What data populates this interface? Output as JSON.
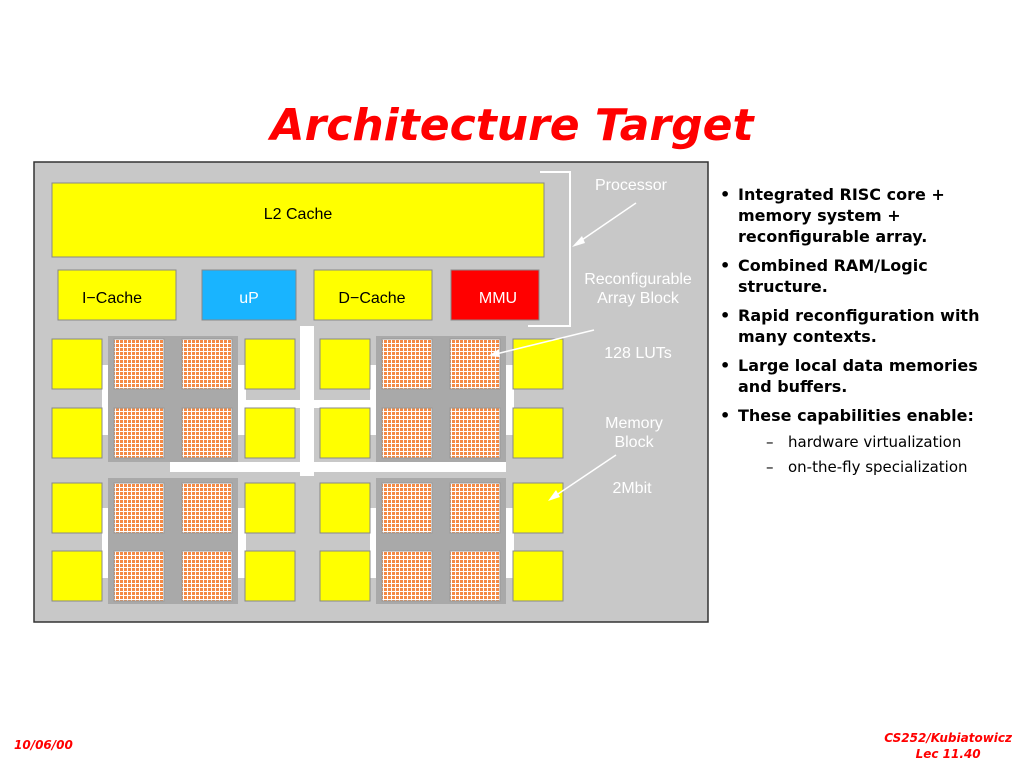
{
  "title": "Architecture Target",
  "diagram": {
    "l2_cache": "L2 Cache",
    "icache": "I−Cache",
    "up": "uP",
    "dcache": "D−Cache",
    "mmu": "MMU",
    "processor_label": "Processor",
    "reconfig_label_1": "Reconfigurable",
    "reconfig_label_2": "Array Block",
    "luts_label": "128 LUTs",
    "memory_label_1": "Memory",
    "memory_label_2": "Block",
    "mbit_label": "2Mbit",
    "colors": {
      "chip_bg": "#c8c8c8",
      "cache_yellow": "#ffff00",
      "up_blue": "#19b4ff",
      "mmu_red": "#ff0000",
      "lut_orange": "#f48a45",
      "annotation_text": "#ffffff"
    }
  },
  "bullets": [
    "Integrated RISC core + memory system + reconfigurable array.",
    "Combined RAM/Logic structure.",
    "Rapid reconfiguration with many contexts.",
    "Large local data memories and buffers.",
    "These capabilities enable:"
  ],
  "sub_bullets": [
    "hardware virtualization",
    "on-the-fly specialization"
  ],
  "footer": {
    "date": "10/06/00",
    "course": "CS252/Kubiatowicz",
    "lecture": "Lec 11.40"
  }
}
